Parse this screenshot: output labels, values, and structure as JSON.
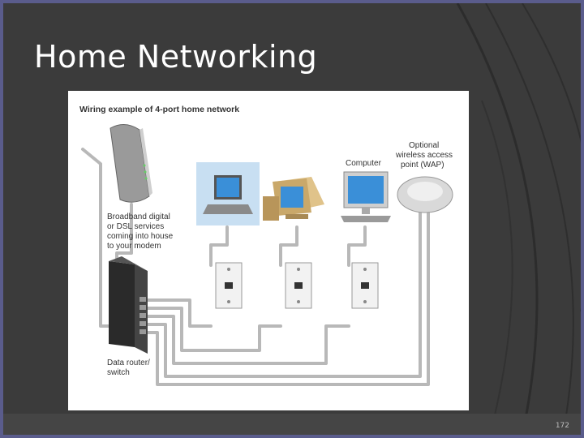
{
  "slide": {
    "title": "Home Networking",
    "page_number": "172"
  },
  "figure": {
    "title": "Wiring example of 4-port home network",
    "labels": {
      "broadband": [
        "Broadband digital",
        "or DSL services",
        "coming into house",
        "to your modem"
      ],
      "router": [
        "Data router/",
        "switch"
      ],
      "computer": "Computer",
      "wap": [
        "Optional",
        "wireless access",
        "point (WAP)"
      ]
    }
  },
  "colors": {
    "background": "#3b3b3b",
    "frame": "#5a5c8c",
    "cable": "#b8b8b8",
    "screen": "#3a8fd8"
  },
  "icons": [
    "modem-icon",
    "laptop-icon",
    "crt-computer-icon",
    "desktop-computer-icon",
    "wireless-access-point-icon",
    "wall-jack-icon",
    "router-icon"
  ]
}
